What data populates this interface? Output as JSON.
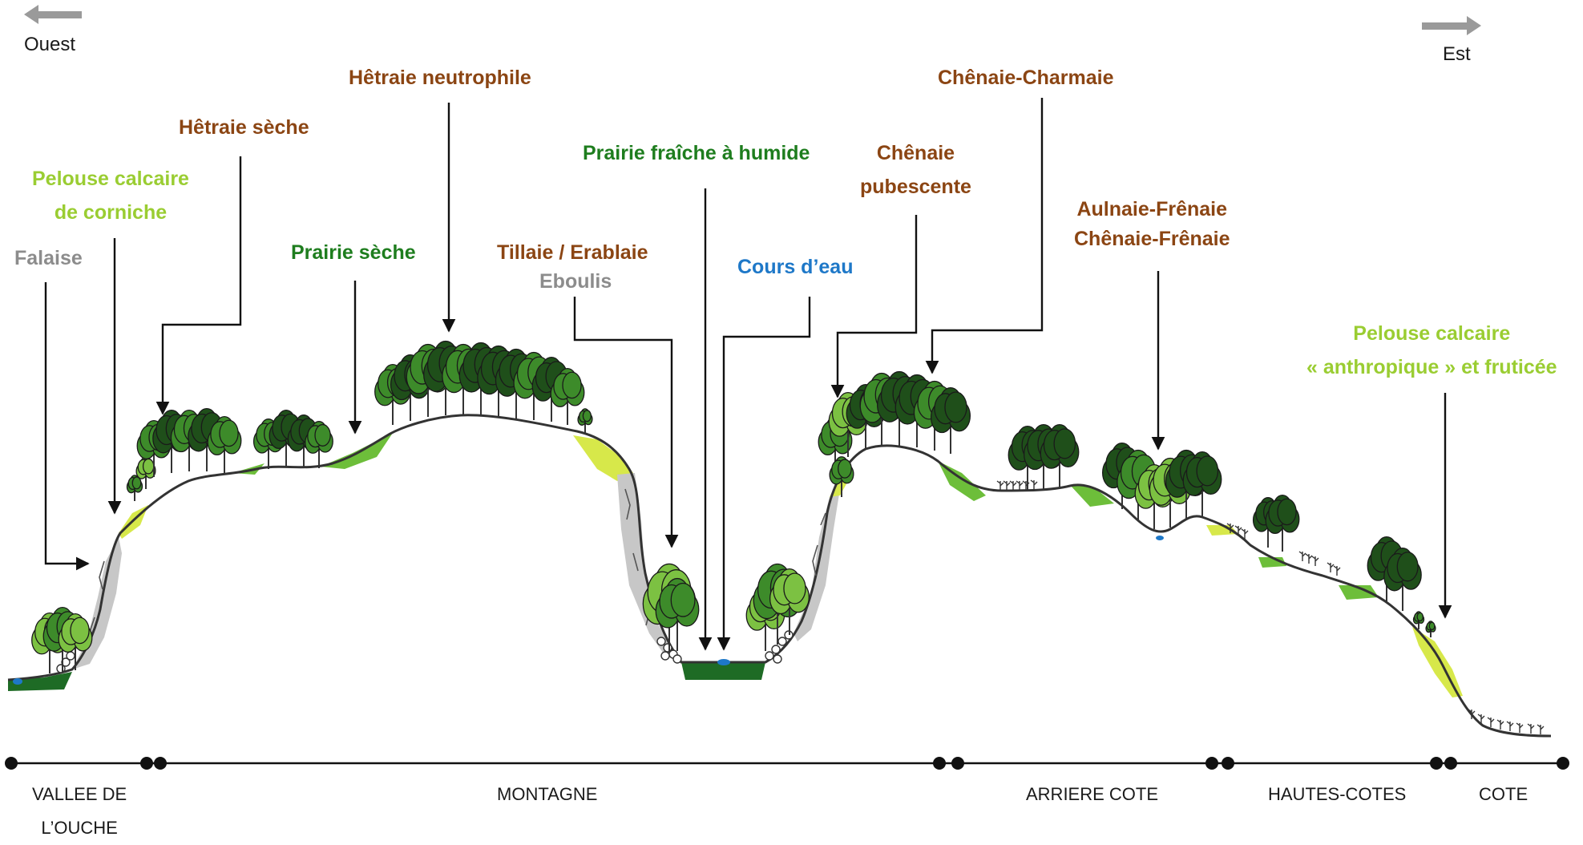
{
  "directions": {
    "west": "Ouest",
    "east": "Est"
  },
  "colors": {
    "forest": "#8B4513",
    "grassland": "#1E7D1E",
    "calcareous": "#9ACD32",
    "rock": "#8C8C8C",
    "water": "#1E78C8",
    "tree_dark": "#1F4F1A",
    "tree_mid": "#3D8B2A",
    "tree_light": "#7CC142"
  },
  "habitats": {
    "falaise": "Falaise",
    "pelouse_corniche": [
      "Pelouse calcaire",
      "de corniche"
    ],
    "hetraie_seche": "Hêtraie sèche",
    "prairie_seche": "Prairie sèche",
    "hetraie_neutrophile": "Hêtraie neutrophile",
    "tillaie": "Tillaie / Erablaie",
    "eboulis": "Eboulis",
    "prairie_fraiche": "Prairie fraîche à humide",
    "cours_eau": "Cours d’eau",
    "chenaie_pubescente": [
      "Chênaie",
      "pubescente"
    ],
    "chenaie_charmaie": "Chênaie-Charmaie",
    "aulnaie": [
      "Aulnaie-Frênaie",
      "Chênaie-Frênaie"
    ],
    "pelouse_anthropique": [
      "Pelouse calcaire",
      "« anthropique » et fruticée"
    ]
  },
  "zones": [
    {
      "lines": [
        "VALLEE DE",
        "L’OUCHE"
      ]
    },
    {
      "lines": [
        "MONTAGNE"
      ]
    },
    {
      "lines": [
        "ARRIERE COTE"
      ]
    },
    {
      "lines": [
        "HAUTES-COTES"
      ]
    },
    {
      "lines": [
        "COTE"
      ]
    }
  ],
  "icons": {
    "west_arrow": "arrow-left-icon",
    "east_arrow": "arrow-right-icon",
    "tree": "tree-icon"
  }
}
